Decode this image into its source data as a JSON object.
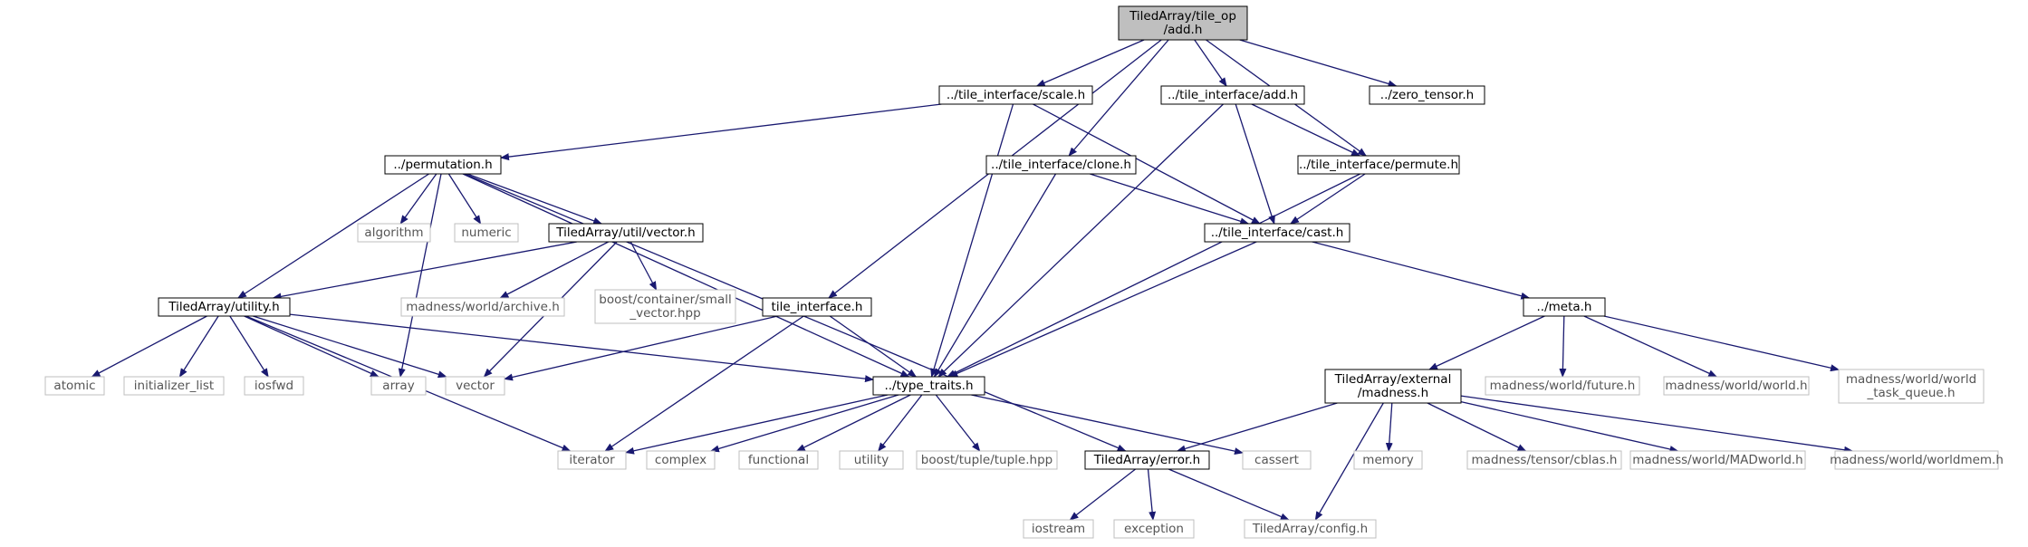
{
  "colors": {
    "edge": "#191970",
    "root_fill": "#bfbfbf",
    "node_border": "#000000",
    "external_border": "#bfbfbf",
    "external_text": "#555555",
    "text": "#000000"
  },
  "nodes": [
    {
      "id": "root",
      "kind": "root",
      "lines": [
        "TiledArray/tile_op",
        "/add.h"
      ]
    },
    {
      "id": "ti_scale",
      "kind": "header",
      "lines": [
        "../tile_interface/scale.h"
      ]
    },
    {
      "id": "ti_add",
      "kind": "header",
      "lines": [
        "../tile_interface/add.h"
      ]
    },
    {
      "id": "zero_tensor",
      "kind": "header",
      "lines": [
        "../zero_tensor.h"
      ]
    },
    {
      "id": "permutation",
      "kind": "header",
      "lines": [
        "../permutation.h"
      ]
    },
    {
      "id": "ti_clone",
      "kind": "header",
      "lines": [
        "../tile_interface/clone.h"
      ]
    },
    {
      "id": "ti_permute",
      "kind": "header",
      "lines": [
        "../tile_interface/permute.h"
      ]
    },
    {
      "id": "algorithm",
      "kind": "external",
      "lines": [
        "algorithm"
      ]
    },
    {
      "id": "numeric",
      "kind": "external",
      "lines": [
        "numeric"
      ]
    },
    {
      "id": "util_vector",
      "kind": "header",
      "lines": [
        "TiledArray/util/vector.h"
      ]
    },
    {
      "id": "ti_cast",
      "kind": "header",
      "lines": [
        "../tile_interface/cast.h"
      ]
    },
    {
      "id": "utility_h",
      "kind": "header",
      "lines": [
        "TiledArray/utility.h"
      ]
    },
    {
      "id": "mw_archive",
      "kind": "external",
      "lines": [
        "madness/world/archive.h"
      ]
    },
    {
      "id": "small_vector",
      "kind": "external",
      "lines": [
        "boost/container/small",
        "_vector.hpp"
      ]
    },
    {
      "id": "tile_interface",
      "kind": "header",
      "lines": [
        "tile_interface.h"
      ]
    },
    {
      "id": "meta",
      "kind": "header",
      "lines": [
        "../meta.h"
      ]
    },
    {
      "id": "atomic",
      "kind": "external",
      "lines": [
        "atomic"
      ]
    },
    {
      "id": "initializer_list",
      "kind": "external",
      "lines": [
        "initializer_list"
      ]
    },
    {
      "id": "iosfwd",
      "kind": "external",
      "lines": [
        "iosfwd"
      ]
    },
    {
      "id": "array",
      "kind": "external",
      "lines": [
        "array"
      ]
    },
    {
      "id": "vector",
      "kind": "external",
      "lines": [
        "vector"
      ]
    },
    {
      "id": "type_traits",
      "kind": "header",
      "lines": [
        "../type_traits.h"
      ]
    },
    {
      "id": "ext_madness",
      "kind": "header",
      "lines": [
        "TiledArray/external",
        "/madness.h"
      ]
    },
    {
      "id": "mw_future",
      "kind": "external",
      "lines": [
        "madness/world/future.h"
      ]
    },
    {
      "id": "mw_world",
      "kind": "external",
      "lines": [
        "madness/world/world.h"
      ]
    },
    {
      "id": "mw_task_queue",
      "kind": "external",
      "lines": [
        "madness/world/world",
        "_task_queue.h"
      ]
    },
    {
      "id": "iterator",
      "kind": "external",
      "lines": [
        "iterator"
      ]
    },
    {
      "id": "complex",
      "kind": "external",
      "lines": [
        "complex"
      ]
    },
    {
      "id": "functional",
      "kind": "external",
      "lines": [
        "functional"
      ]
    },
    {
      "id": "utility",
      "kind": "external",
      "lines": [
        "utility"
      ]
    },
    {
      "id": "tuple",
      "kind": "external",
      "lines": [
        "boost/tuple/tuple.hpp"
      ]
    },
    {
      "id": "error",
      "kind": "header",
      "lines": [
        "TiledArray/error.h"
      ]
    },
    {
      "id": "cassert",
      "kind": "external",
      "lines": [
        "cassert"
      ]
    },
    {
      "id": "memory",
      "kind": "external",
      "lines": [
        "memory"
      ]
    },
    {
      "id": "cblas",
      "kind": "external",
      "lines": [
        "madness/tensor/cblas.h"
      ]
    },
    {
      "id": "madworld",
      "kind": "external",
      "lines": [
        "madness/world/MADworld.h"
      ]
    },
    {
      "id": "worldmem",
      "kind": "external",
      "lines": [
        "madness/world/worldmem.h"
      ]
    },
    {
      "id": "iostream",
      "kind": "external",
      "lines": [
        "iostream"
      ]
    },
    {
      "id": "exception",
      "kind": "external",
      "lines": [
        "exception"
      ]
    },
    {
      "id": "config",
      "kind": "external",
      "lines": [
        "TiledArray/config.h"
      ]
    }
  ],
  "edges": [
    [
      "root",
      "ti_scale"
    ],
    [
      "root",
      "ti_add"
    ],
    [
      "root",
      "zero_tensor"
    ],
    [
      "root",
      "ti_clone"
    ],
    [
      "root",
      "ti_permute"
    ],
    [
      "root",
      "tile_interface"
    ],
    [
      "ti_scale",
      "permutation"
    ],
    [
      "ti_scale",
      "type_traits"
    ],
    [
      "ti_scale",
      "ti_cast"
    ],
    [
      "ti_add",
      "ti_cast"
    ],
    [
      "ti_add",
      "type_traits"
    ],
    [
      "ti_add",
      "ti_permute"
    ],
    [
      "ti_clone",
      "ti_cast"
    ],
    [
      "ti_clone",
      "type_traits"
    ],
    [
      "ti_permute",
      "ti_cast"
    ],
    [
      "ti_permute",
      "type_traits"
    ],
    [
      "ti_cast",
      "type_traits"
    ],
    [
      "ti_cast",
      "meta"
    ],
    [
      "permutation",
      "algorithm"
    ],
    [
      "permutation",
      "numeric"
    ],
    [
      "permutation",
      "util_vector"
    ],
    [
      "permutation",
      "utility_h"
    ],
    [
      "permutation",
      "array"
    ],
    [
      "permutation",
      "type_traits"
    ],
    [
      "permutation",
      "error"
    ],
    [
      "util_vector",
      "mw_archive"
    ],
    [
      "util_vector",
      "small_vector"
    ],
    [
      "util_vector",
      "utility_h"
    ],
    [
      "util_vector",
      "vector"
    ],
    [
      "utility_h",
      "atomic"
    ],
    [
      "utility_h",
      "initializer_list"
    ],
    [
      "utility_h",
      "iosfwd"
    ],
    [
      "utility_h",
      "array"
    ],
    [
      "utility_h",
      "vector"
    ],
    [
      "utility_h",
      "iterator"
    ],
    [
      "utility_h",
      "type_traits"
    ],
    [
      "tile_interface",
      "vector"
    ],
    [
      "tile_interface",
      "type_traits"
    ],
    [
      "tile_interface",
      "iterator"
    ],
    [
      "meta",
      "ext_madness"
    ],
    [
      "meta",
      "mw_future"
    ],
    [
      "meta",
      "mw_world"
    ],
    [
      "meta",
      "mw_task_queue"
    ],
    [
      "type_traits",
      "iterator"
    ],
    [
      "type_traits",
      "complex"
    ],
    [
      "type_traits",
      "functional"
    ],
    [
      "type_traits",
      "utility"
    ],
    [
      "type_traits",
      "tuple"
    ],
    [
      "type_traits",
      "cassert"
    ],
    [
      "ext_madness",
      "error"
    ],
    [
      "ext_madness",
      "memory"
    ],
    [
      "ext_madness",
      "cblas"
    ],
    [
      "ext_madness",
      "madworld"
    ],
    [
      "ext_madness",
      "worldmem"
    ],
    [
      "ext_madness",
      "config"
    ],
    [
      "error",
      "iostream"
    ],
    [
      "error",
      "exception"
    ],
    [
      "error",
      "config"
    ]
  ]
}
